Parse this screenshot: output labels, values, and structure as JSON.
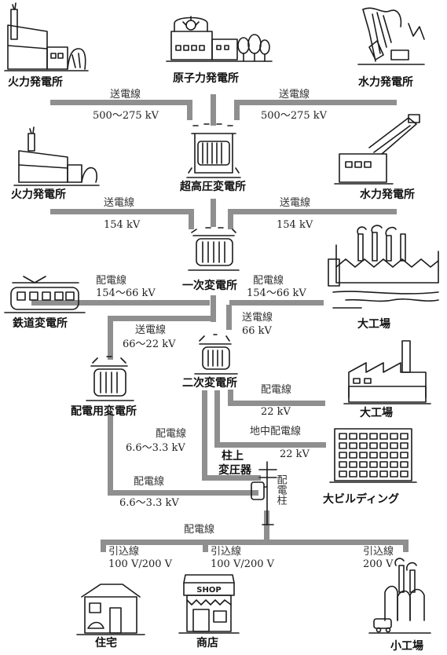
{
  "labels": {
    "thermal_plant_top": "火力発電所",
    "nuclear_plant": "原子力発電所",
    "hydro_plant_top": "水力発電所",
    "tl_left_top": "送電線",
    "tl_left_top_v": "500～275 kV",
    "tl_right_top": "送電線",
    "tl_right_top_v": "500～275 kV",
    "thermal_plant_mid": "火力発電所",
    "ultra_high_substation": "超高圧変電所",
    "hydro_plant_mid": "水力発電所",
    "tl_left_mid": "送電線",
    "tl_left_mid_v": "154 kV",
    "tl_right_mid": "送電線",
    "tl_right_mid_v": "154 kV",
    "dl_rail": "配電線",
    "dl_rail_v": "154～66 kV",
    "primary_substation": "一次変電所",
    "dl_factory1": "配電線",
    "dl_factory1_v": "154～66 kV",
    "railway_substation": "鉄道変電所",
    "tl_secondary_left": "送電線",
    "tl_secondary_left_v": "66～22 kV",
    "tl_secondary_right": "送電線",
    "tl_secondary_right_v": "66 kV",
    "large_factory_1": "大工場",
    "secondary_substation": "二次変電所",
    "distribution_substation": "配電用変電所",
    "dl_factory2": "配電線",
    "dl_factory2_v": "22 kV",
    "large_factory_2": "大工場",
    "dl_pole": "配電線",
    "dl_pole_v": "6.6～3.3 kV",
    "underground_dl": "地中配電線",
    "underground_dl_v": "22 kV",
    "pole_transformer": "柱上\n変圧器",
    "pole_transformer_l1": "柱上",
    "pole_transformer_l2": "変圧器",
    "utility_pole": "配電柱",
    "dl_lower": "配電線",
    "dl_lower_v": "6.6～3.3 kV",
    "large_building": "大ビルディング",
    "dl_bottom": "配電線",
    "service_house": "引込線",
    "service_house_v": "100 V/200 V",
    "service_shop": "引込線",
    "service_shop_v": "100 V/200 V",
    "service_small": "引込線",
    "service_small_v": "200 V",
    "residence": "住宅",
    "shop": "商店",
    "shop_sign": "SHOP",
    "small_factory": "小工場"
  },
  "colors": {
    "line": "#8f8f8f",
    "ink": "#1c1c1c"
  }
}
